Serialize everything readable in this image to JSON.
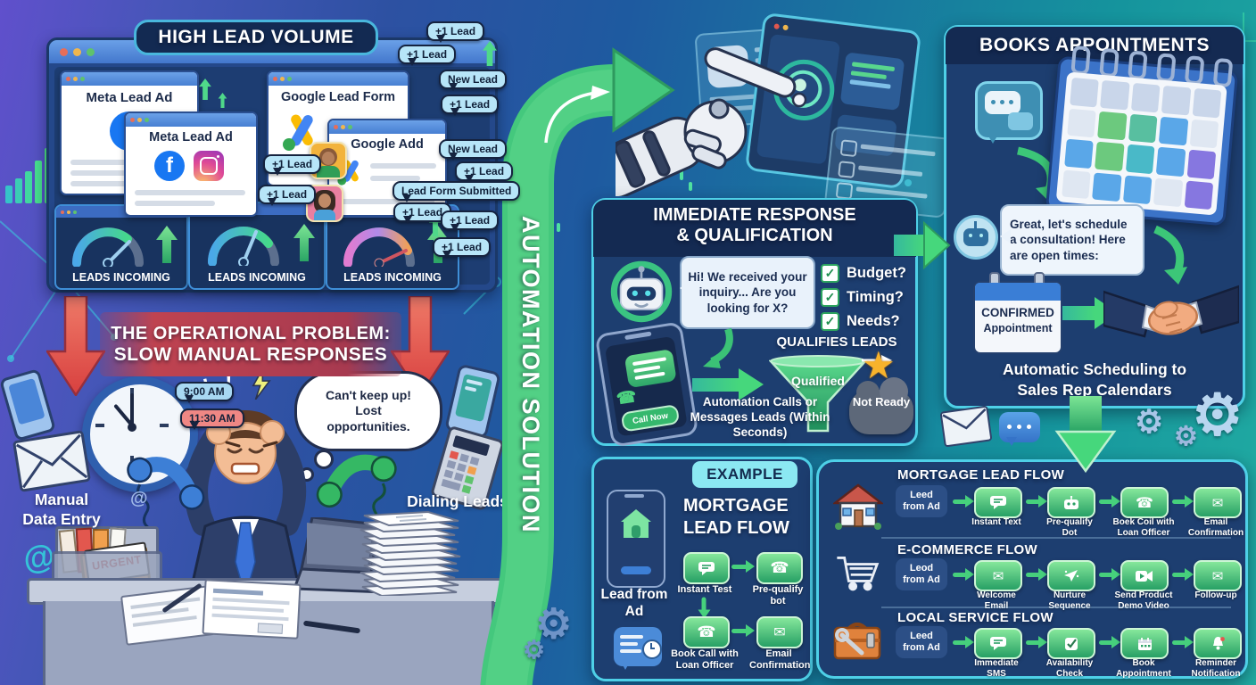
{
  "icons": {
    "gear": "⚙",
    "star": "★",
    "check": "✓",
    "phone": "☎",
    "envelope": "✉",
    "at": "@",
    "facebook": "f"
  },
  "lead": {
    "title": "HIGH LEAD VOLUME",
    "meta1": "Meta Lead Ad",
    "meta2": "Meta Lead Ad",
    "google_form": "Google Lead Form",
    "google_add": "Google Add",
    "gauge_label": "LEADS INCOMING",
    "badges": [
      "+1 Lead",
      "+1 Lead",
      "New Lead",
      "+1 Lead",
      "+1 Lead",
      "+1 Lead",
      "New Lead",
      "+1 Lead",
      "Lead Form Submitted",
      "+1 Lead",
      "+1 Lead",
      "+1 Lead"
    ]
  },
  "problem": {
    "banner1": "THE OPERATIONAL PROBLEM:",
    "banner2": "SLOW MANUAL RESPONSES",
    "time_early": "9:00 AM",
    "time_late": "11:30 AM",
    "thought": "Can't keep up! Lost opportunities.",
    "manual1": "Manual",
    "manual2": "Data Entry",
    "dialing": "Dialing Leads",
    "urgent": "URGENT"
  },
  "automation": {
    "label": "AUTOMATION SOLUTION"
  },
  "immediate": {
    "title1": "IMMEDIATE RESPONSE",
    "title2": "& QUALIFICATION",
    "bot_message": "Hi! We received your inquiry... Are you looking for X?",
    "checklist": [
      "Budget?",
      "Timing?",
      "Needs?"
    ],
    "call_now": "Call Now",
    "qualifies": "QUALIFIES LEADS",
    "funnel": "Qualified",
    "not_ready": "Not Ready",
    "caption": "Automation Calls or Messages Leads (Within Seconds)"
  },
  "books": {
    "title": "BOOKS APPOINTMENTS",
    "bot_message": "Great, let's schedule a consultation! Here are open times:",
    "confirmed1": "CONFIRMED",
    "confirmed2": "Appointment",
    "caption": "Automatic Scheduling to Sales Rep Calendars"
  },
  "example": {
    "tab": "EXAMPLE",
    "title": "MORTGAGE LEAD FLOW",
    "source": "Lead from Ad",
    "steps": [
      "Instant Test",
      "Pre-qualify bot",
      "Book Call with Loan Officer",
      "Email Confirmation"
    ]
  },
  "flows": {
    "rows": [
      {
        "title": "MORTGAGE LEAD FLOW",
        "source": "Leed from Ad",
        "steps": [
          "Instant Text",
          "Pre-qualify Dot",
          "Boek Coil with Loan Officer",
          "Email Confirmation"
        ]
      },
      {
        "title": "E-COMMERCE FLOW",
        "source": "Leod from Ad",
        "steps": [
          "Welcome Email",
          "Nurture Sequence",
          "Send Product Demo Video",
          "Follow-up"
        ]
      },
      {
        "title": "LOCAL SERVICE FLOW",
        "source": "Leed from Ad",
        "steps": [
          "Immediate SMS",
          "Availability Check",
          "Book Appointment",
          "Reminder Notification"
        ]
      }
    ]
  }
}
